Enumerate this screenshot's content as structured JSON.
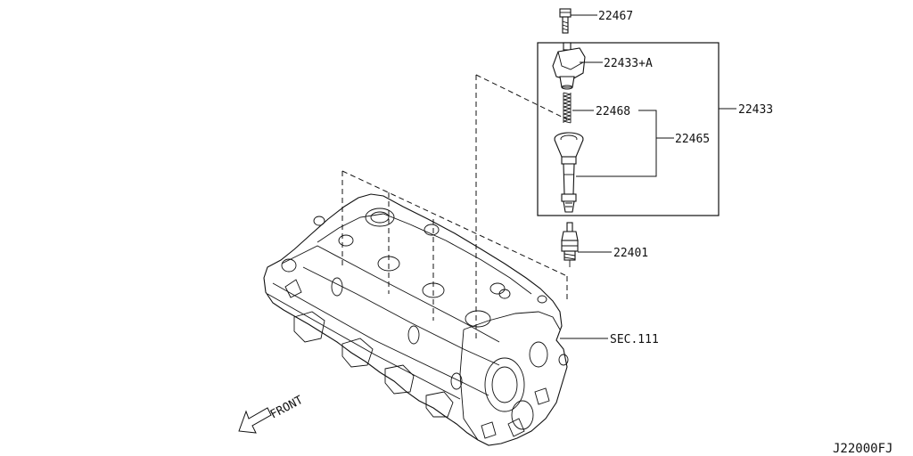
{
  "diagram": {
    "code": "J22000FJ",
    "front_label": "FRONT",
    "parts": {
      "bolt": "22467",
      "ignition_coil": "22433+A",
      "spring": "22468",
      "boot": "22465",
      "coil_assembly": "22433",
      "spark_plug": "22401",
      "cylinder_head": "SEC.111"
    }
  }
}
